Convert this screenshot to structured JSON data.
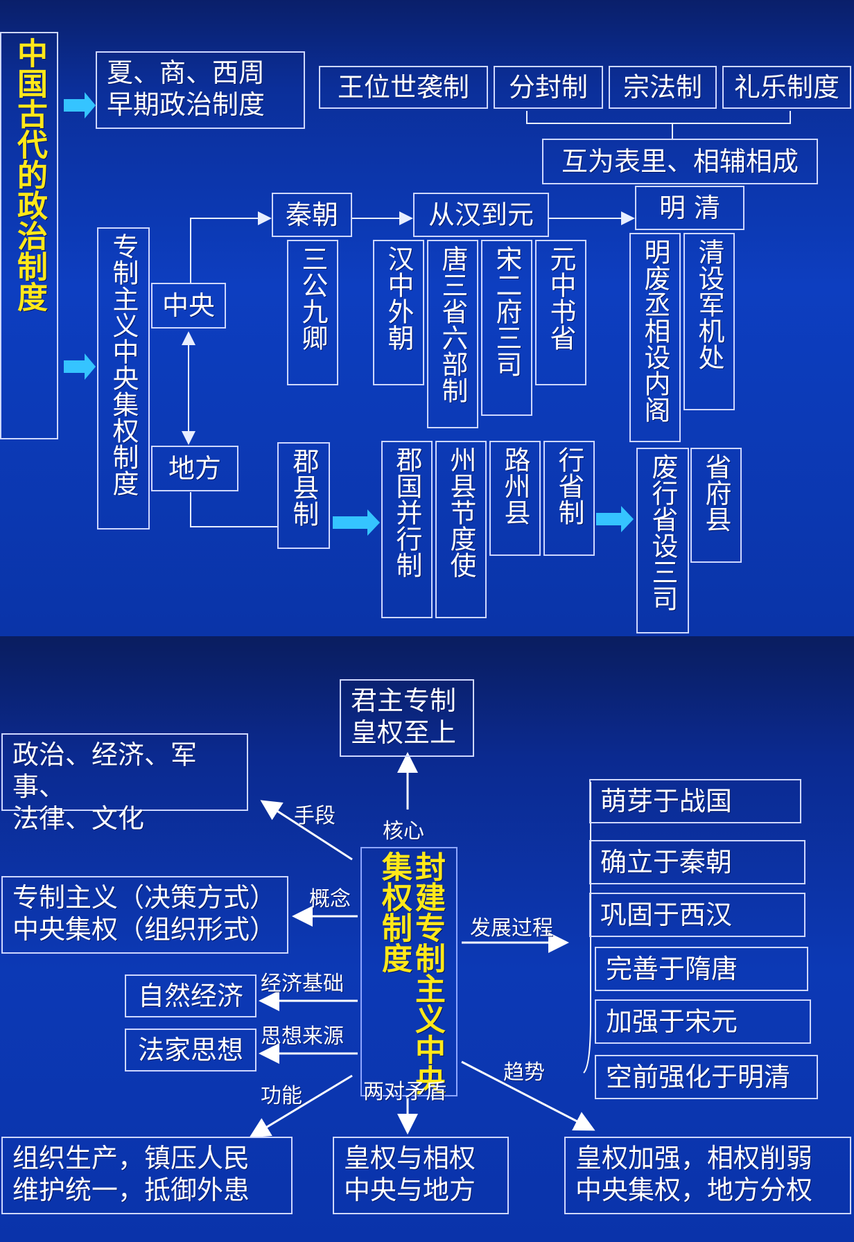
{
  "top": {
    "title": "中国古代的政治制度",
    "early_box": "夏、商、西周\n早期政治制度",
    "early_items": [
      "王位世袭制",
      "分封制",
      "宗法制",
      "礼乐制度"
    ],
    "early_relation": "互为表里、相辅相成",
    "central_title": "专制主义中央集权制度",
    "central": "中央",
    "local": "地方",
    "qin": "秦朝",
    "han_yuan": "从汉到元",
    "ming_qing": "明 清",
    "central_items": [
      "三公九卿",
      "汉中外朝",
      "唐三省六部制",
      "宋二府三司",
      "元中书省",
      "明废丞相设内阁",
      "清设军机处"
    ],
    "local_items": [
      "郡县制",
      "郡国并行制",
      "州县节度使",
      "路州县",
      "行省制",
      "废行省设三司",
      "省府县"
    ]
  },
  "bottom": {
    "core_title": "封建专制主义中央集权制度",
    "core_box": "君主专制\n皇权至上",
    "means_box": "政治、经济、军事、\n法律、文化",
    "concept_box": "专制主义（决策方式）\n中央集权（组织形式）",
    "economy_box": "自然经济",
    "thought_box": "法家思想",
    "function_box": "组织生产，镇压人民\n维护统一，抵御外患",
    "conflict_box": "皇权与相权\n中央与地方",
    "trend_box": "皇权加强，相权削弱\n中央集权，地方分权",
    "labels": {
      "core": "核心",
      "means": "手段",
      "concept": "概念",
      "economy": "经济基础",
      "thought": "思想来源",
      "function": "功能",
      "conflict": "两对矛盾",
      "trend": "趋势",
      "development": "发展过程"
    },
    "stages": [
      "萌芽于战国",
      "确立于秦朝",
      "巩固于西汉",
      "完善于隋唐",
      "加强于宋元",
      "空前强化于明清"
    ]
  },
  "colors": {
    "box_border": "#cfd8ff",
    "highlight_text": "#ffe81a",
    "arrow": "#35c4ff"
  }
}
